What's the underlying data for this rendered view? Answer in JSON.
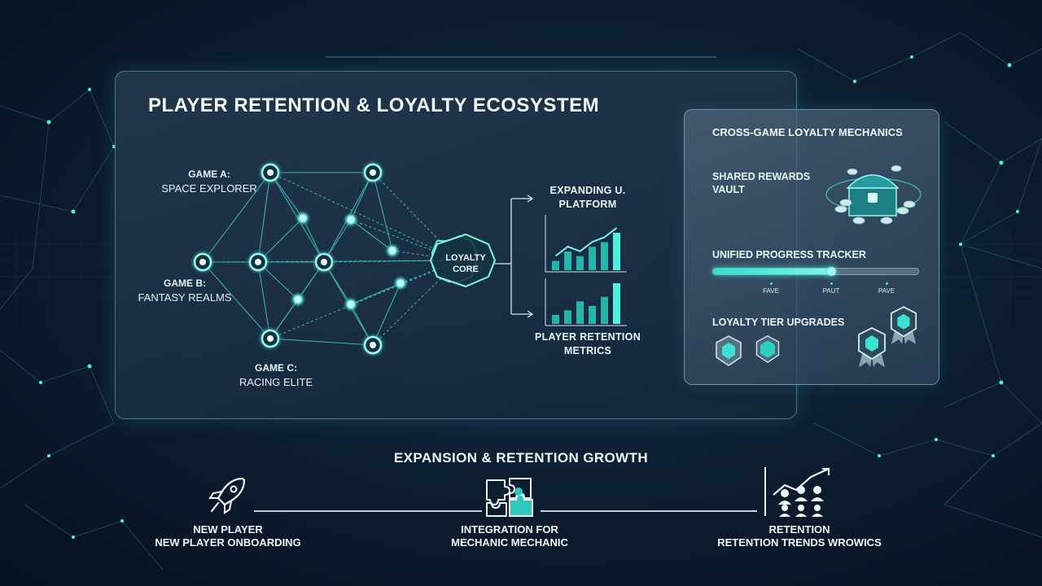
{
  "title": "PLAYER RETENTION & LOYALTY ECOSYSTEM",
  "games": [
    {
      "name": "GAME A:",
      "subtitle": "SPACE EXPLORER"
    },
    {
      "name": "GAME B:",
      "subtitle": "FANTASY REALMS"
    },
    {
      "name": "GAME C:",
      "subtitle": "RACING ELITE"
    }
  ],
  "core": {
    "line1": "LOYALTY",
    "line2": "CORE"
  },
  "charts": [
    {
      "title_line1": "EXPANDING U.",
      "title_line2": "PLATFORM",
      "values": [
        2,
        4,
        3,
        5,
        6,
        8
      ]
    },
    {
      "title_line1": "PLAYER RETENTION",
      "title_line2": "METRICS",
      "values": [
        2,
        3,
        5,
        4,
        6,
        9
      ]
    }
  ],
  "side_panel": {
    "title": "CROSS-GAME LOYALTY MECHANICS",
    "vault": {
      "line1": "SHARED REWARDS",
      "line2": "VAULT",
      "icon": "treasure-chest-icon"
    },
    "progress": {
      "label": "UNIFIED PROGRESS TRACKER",
      "value": 0.58,
      "milestones": [
        "FAVE",
        "PAUT",
        "PAVE"
      ]
    },
    "tiers": {
      "label": "LOYALTY TIER UPGRADES",
      "icons": [
        "badge-icon",
        "badge-icon",
        "badge-icon",
        "badge-icon"
      ]
    }
  },
  "bottom": {
    "title": "EXPANSION & RETENTION GROWTH",
    "steps": [
      {
        "line1": "NEW PLAYER",
        "line2": "NEW PLAYER ONBOARDING",
        "icon": "rocket-icon"
      },
      {
        "line1": "INTEGRATION FOR",
        "line2": "MECHANIC MECHANIC",
        "icon": "puzzle-icon"
      },
      {
        "line1": "RETENTION",
        "line2": "RETENTION TRENDS WROWICS",
        "icon": "growth-people-icon"
      }
    ]
  },
  "colors": {
    "accent": "#3fe6d6",
    "node": "#7ff5ea",
    "background": "#0d1f33"
  }
}
